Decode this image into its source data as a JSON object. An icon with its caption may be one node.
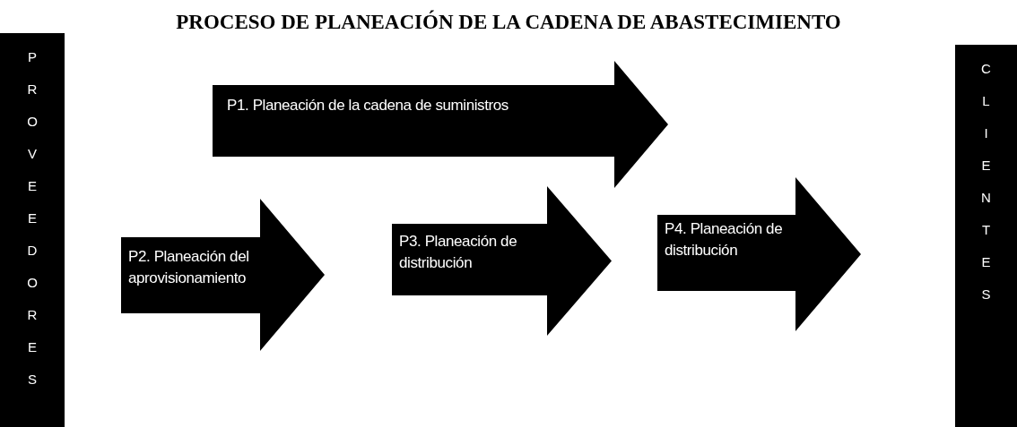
{
  "diagram": {
    "title": "PROCESO DE PLANEACIÓN DE LA CADENA DE ABASTECIMIENTO",
    "nodes": [
      {
        "text": [
          "PROVEEDORES"
        ]
      },
      {
        "text": [
          "P1. Planeación de la cadena de suministros"
        ]
      },
      {
        "text": [
          "P2. Planeación del aprovisionamiento"
        ]
      },
      {
        "text": [
          "P3. Planeación de distribución"
        ]
      },
      {
        "text": [
          "P4. Planeación de distribución"
        ]
      },
      {
        "text": [
          "CLIENTES"
        ]
      }
    ]
  }
}
